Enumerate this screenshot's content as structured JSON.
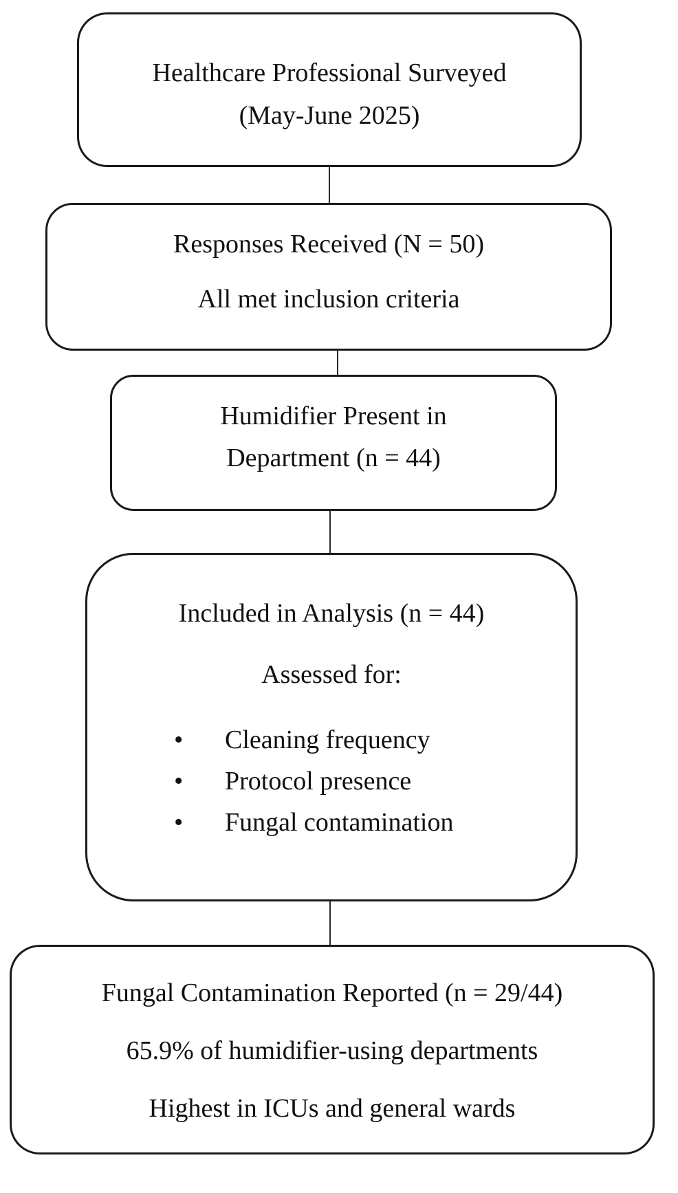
{
  "box1": {
    "line1": "Healthcare Professional Surveyed",
    "line2": "(May-June 2025)"
  },
  "box2": {
    "line1": "Responses Received (N = 50)",
    "line2": "All met inclusion criteria"
  },
  "box3": {
    "line1": "Humidifier Present in",
    "line2": "Department (n = 44)"
  },
  "box4": {
    "line1": "Included in Analysis (n = 44)",
    "line2": "Assessed for:",
    "bullet_symbol": "•",
    "bullets": [
      "Cleaning frequency",
      "Protocol presence",
      "Fungal contamination"
    ]
  },
  "box5": {
    "line1": "Fungal Contamination Reported (n = 29/44)",
    "line2": "65.9% of humidifier-using departments",
    "line3": "Highest in ICUs and general wards"
  }
}
